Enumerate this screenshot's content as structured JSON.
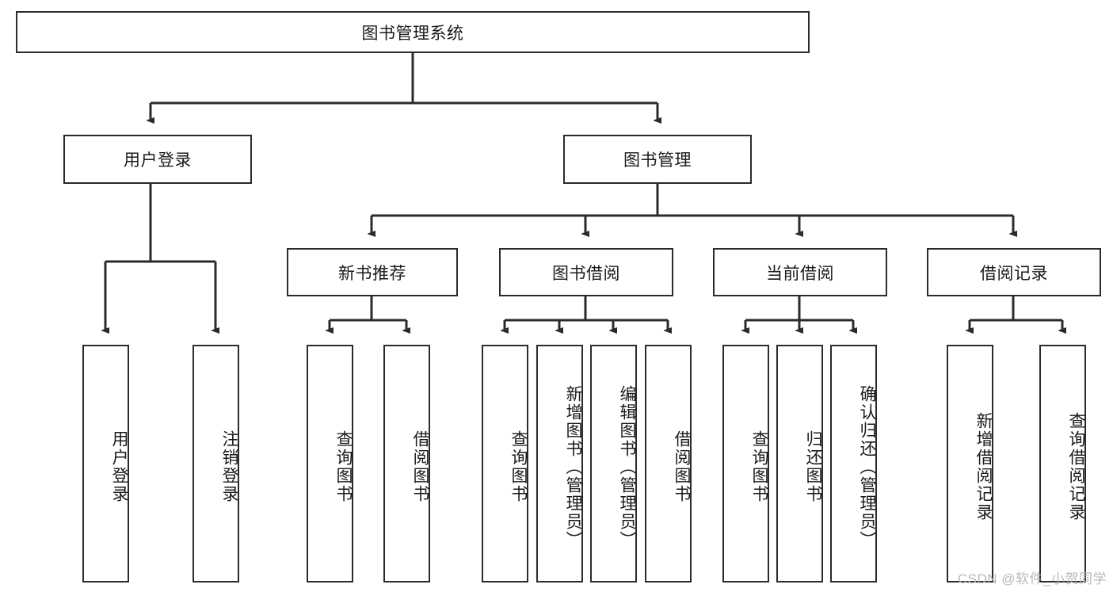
{
  "diagram": {
    "title": "图书管理系统",
    "watermark": "CSDN @软件_小贺同学",
    "colors": {
      "stroke": "#2b2b2b",
      "fill": "#ffffff",
      "watermark": "#b9b9b9"
    },
    "levels": {
      "root": {
        "label": "图书管理系统"
      },
      "level2": [
        {
          "label": "用户登录"
        },
        {
          "label": "图书管理"
        }
      ],
      "level3": [
        {
          "label": "新书推荐"
        },
        {
          "label": "图书借阅"
        },
        {
          "label": "当前借阅"
        },
        {
          "label": "借阅记录"
        }
      ],
      "leaves": {
        "user_login": [
          {
            "label": "用户登录"
          },
          {
            "label": "注销登录"
          }
        ],
        "new_book": [
          {
            "label": "查询图书"
          },
          {
            "label": "借阅图书"
          }
        ],
        "book_borrow": [
          {
            "label": "查询图书"
          },
          {
            "label": "新增图书（管理员）"
          },
          {
            "label": "编辑图书（管理员）"
          },
          {
            "label": "借阅图书"
          }
        ],
        "current_borrow": [
          {
            "label": "查询图书"
          },
          {
            "label": "归还图书"
          },
          {
            "label": "确认归还（管理员）"
          }
        ],
        "borrow_record": [
          {
            "label": "新增借阅记录"
          },
          {
            "label": "查询借阅记录"
          }
        ]
      }
    }
  }
}
